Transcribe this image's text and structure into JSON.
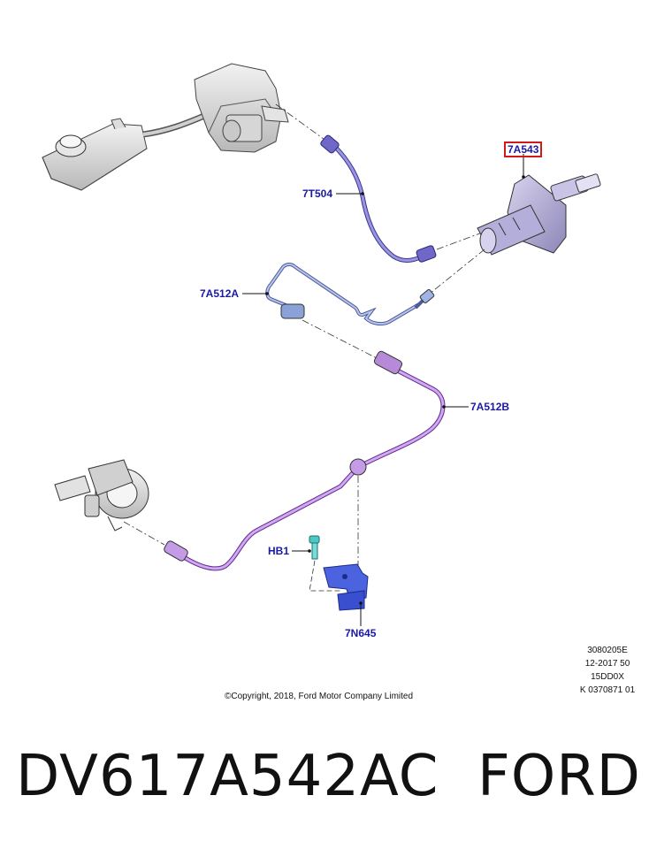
{
  "callouts": {
    "master_cylinder": "7A543",
    "hose": "7T504",
    "line_a": "7A512A",
    "line_b": "7A512B",
    "bolt": "HB1",
    "bracket": "7N645"
  },
  "meta": {
    "line1": "3080205E",
    "line2": "12-2017 50",
    "line3": "15DD0X",
    "line4": "K 0370871 01"
  },
  "copyright": "©Copyright, 2018, Ford Motor Company Limited",
  "footer": {
    "part_number": "DV617A542AC",
    "brand": "FORD"
  },
  "colors": {
    "callout_text": "#1a1aa6",
    "highlight_box": "#d21a1a",
    "line_a": "#8a9fd6",
    "line_b": "#b580e0",
    "bracket": "#3a4fd0"
  }
}
